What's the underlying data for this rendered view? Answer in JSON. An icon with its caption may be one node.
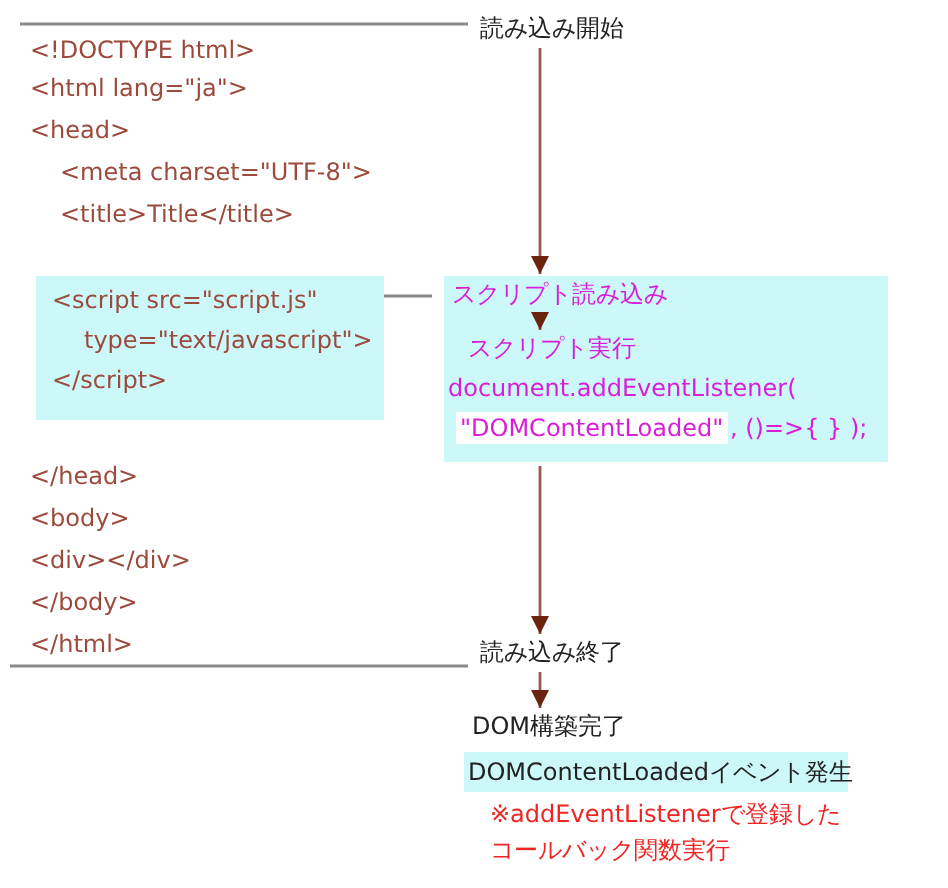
{
  "diagram": {
    "nodes": [
      {
        "text": [
          "読み込み開始"
        ]
      },
      {
        "text": [
          "<script src=\"script.js\"",
          "type=\"text/javascript\">",
          "</script>"
        ]
      },
      {
        "text": [
          "document.addEventListener(",
          "\"DOMContentLoaded\"",
          ", ()=>{  } );"
        ]
      },
      {
        "text": [
          "スクリプト読み込み"
        ],
        "in": 2
      },
      {
        "text": [
          "スクリプト実行"
        ],
        "in": 2
      },
      {
        "text": [
          "読み込み終了"
        ]
      },
      {
        "text": [
          "DOM構築完了"
        ]
      },
      {
        "text": [
          "DOMContentLoadedイベント発生"
        ],
        "beside": [
          "※addEventListenerで登録したコールバック関数実行"
        ]
      }
    ],
    "edges": [
      {
        "from": 0,
        "to": 2,
        "arrow": "to"
      },
      {
        "from": 3,
        "to": 4,
        "arrow": "to"
      },
      {
        "from": 2,
        "to": 5,
        "arrow": "to"
      },
      {
        "from": 5,
        "to": 6,
        "arrow": "to"
      },
      {
        "from": 1,
        "to": 2,
        "arrow": "none"
      },
      {
        "from": 0,
        "to": null,
        "arrow": "none"
      },
      {
        "from": 5,
        "to": null,
        "arrow": "none"
      }
    ],
    "labels": [
      "<!DOCTYPE html>",
      "<html lang=\"ja\">",
      "<head>",
      "<meta charset=\"UTF-8\">",
      "<title>Title</title>",
      "</head>",
      "<body>",
      "<div></div>",
      "</body>",
      "</html>"
    ]
  }
}
